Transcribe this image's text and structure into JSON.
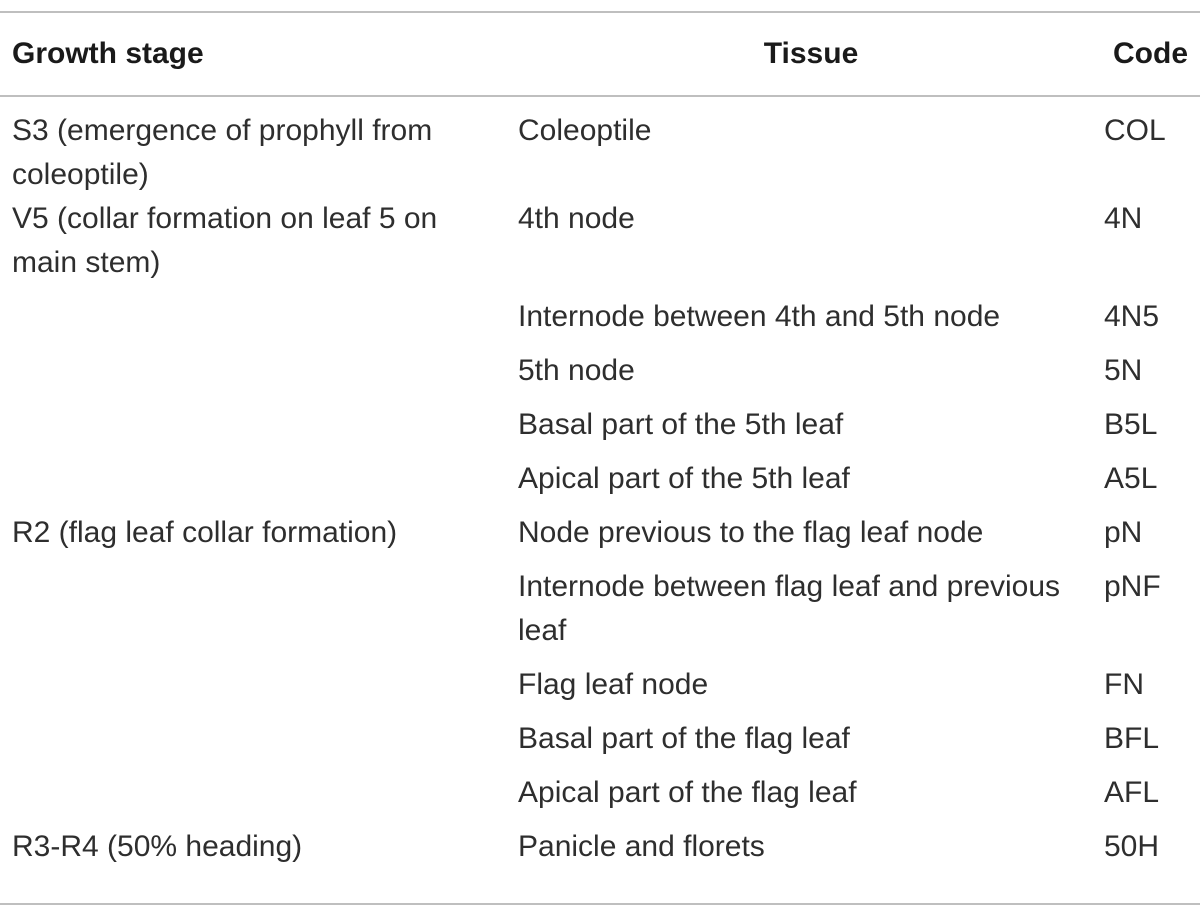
{
  "table": {
    "headers": {
      "growth_stage": "Growth stage",
      "tissue": "Tissue",
      "code": "Code"
    },
    "rows": [
      {
        "stage": "S3 (emergence of prophyll from coleoptile)",
        "tissue": "Coleoptile",
        "code": "COL"
      },
      {
        "stage": "V5 (collar formation on leaf 5 on main stem)",
        "tissue": "4th node",
        "code": "4N"
      },
      {
        "stage": "",
        "tissue": "Internode between 4th and 5th node",
        "code": "4N5"
      },
      {
        "stage": "",
        "tissue": "5th node",
        "code": "5N"
      },
      {
        "stage": "",
        "tissue": "Basal part of the 5th leaf",
        "code": "B5L"
      },
      {
        "stage": "",
        "tissue": "Apical part of the 5th leaf",
        "code": "A5L"
      },
      {
        "stage": "R2 (flag leaf collar formation)",
        "tissue": "Node previous to the flag leaf node",
        "code": "pN"
      },
      {
        "stage": "",
        "tissue": "Internode between flag leaf and previous leaf",
        "code": "pNF"
      },
      {
        "stage": "",
        "tissue": "Flag leaf node",
        "code": "FN"
      },
      {
        "stage": "",
        "tissue": "Basal part of the flag leaf",
        "code": "BFL"
      },
      {
        "stage": "",
        "tissue": "Apical part of the flag leaf",
        "code": "AFL"
      },
      {
        "stage": "R3-R4 (50% heading)",
        "tissue": "Panicle and florets",
        "code": "50H"
      }
    ]
  }
}
